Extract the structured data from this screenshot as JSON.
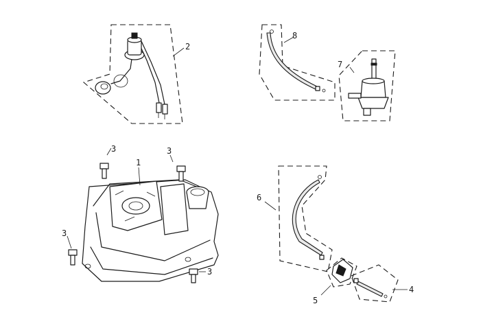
{
  "parts": {
    "fuel_tank": "1",
    "fuel_gauge_sender": "2",
    "bolt": "3",
    "fuel_hose_b": "4",
    "fuel_filter": "5",
    "fuel_hose_a": "6",
    "fuel_valve": "7",
    "vacuum_hose": "8"
  }
}
